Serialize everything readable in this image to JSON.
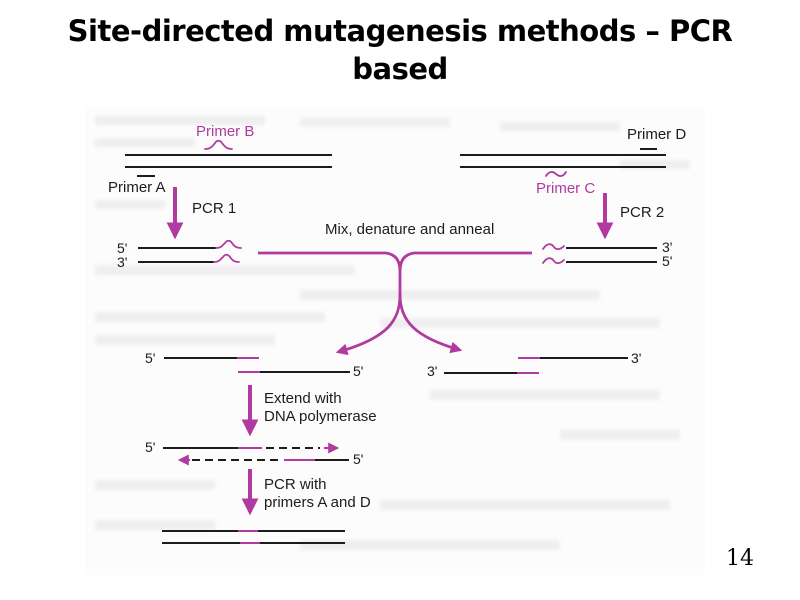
{
  "slide": {
    "title": "Site-directed mutagenesis methods – PCR based",
    "page_number": "14"
  },
  "colors": {
    "accent_magenta": "#b13aa0",
    "line_black": "#1c1c1c"
  },
  "diagram": {
    "labels": {
      "primer_a": "Primer A",
      "primer_b": "Primer B",
      "primer_c": "Primer C",
      "primer_d": "Primer D",
      "pcr_1": "PCR 1",
      "pcr_2": "PCR 2",
      "mix_denature_anneal": "Mix, denature and anneal",
      "extend_line_1": "Extend with",
      "extend_line_2": "DNA polymerase",
      "final_pcr_line_1": "PCR with",
      "final_pcr_line_2": "primers A and D",
      "five_prime": "5'",
      "three_prime": "3'"
    }
  }
}
